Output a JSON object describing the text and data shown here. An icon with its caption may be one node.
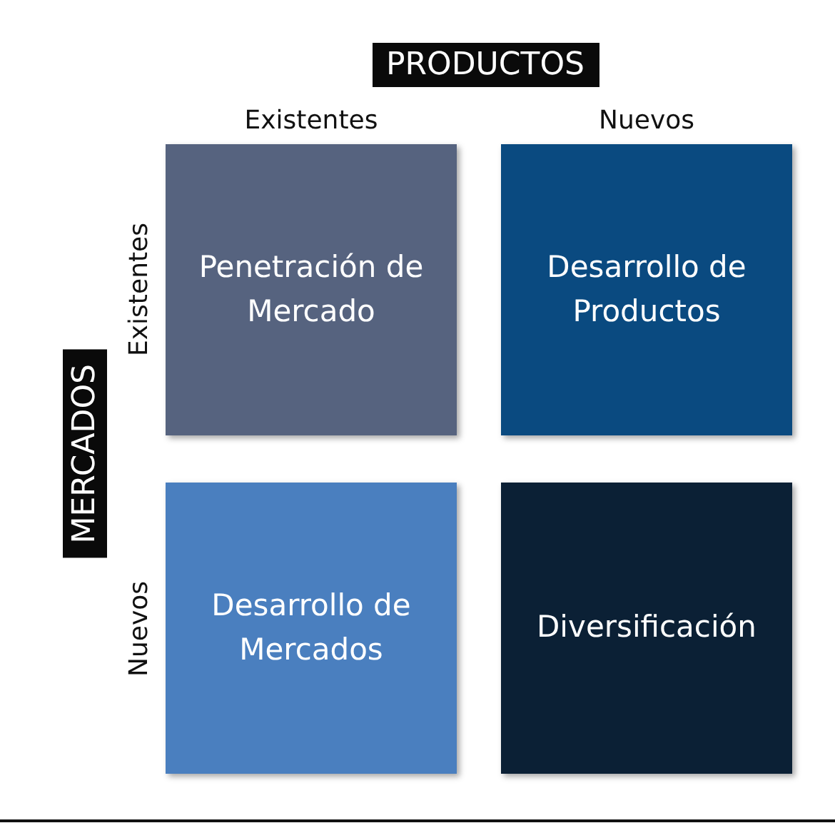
{
  "diagram": {
    "nodes": [
      {
        "text": [
          "Penetración de Mercado"
        ]
      },
      {
        "text": [
          "Desarrollo de Productos"
        ]
      },
      {
        "text": [
          "Desarrollo de Mercados"
        ]
      },
      {
        "text": [
          "Diversificación"
        ]
      }
    ],
    "labels": [
      "PRODUCTOS",
      "Existentes",
      "Nuevos",
      "MERCADOS",
      "Existentes",
      "Nuevos"
    ]
  }
}
